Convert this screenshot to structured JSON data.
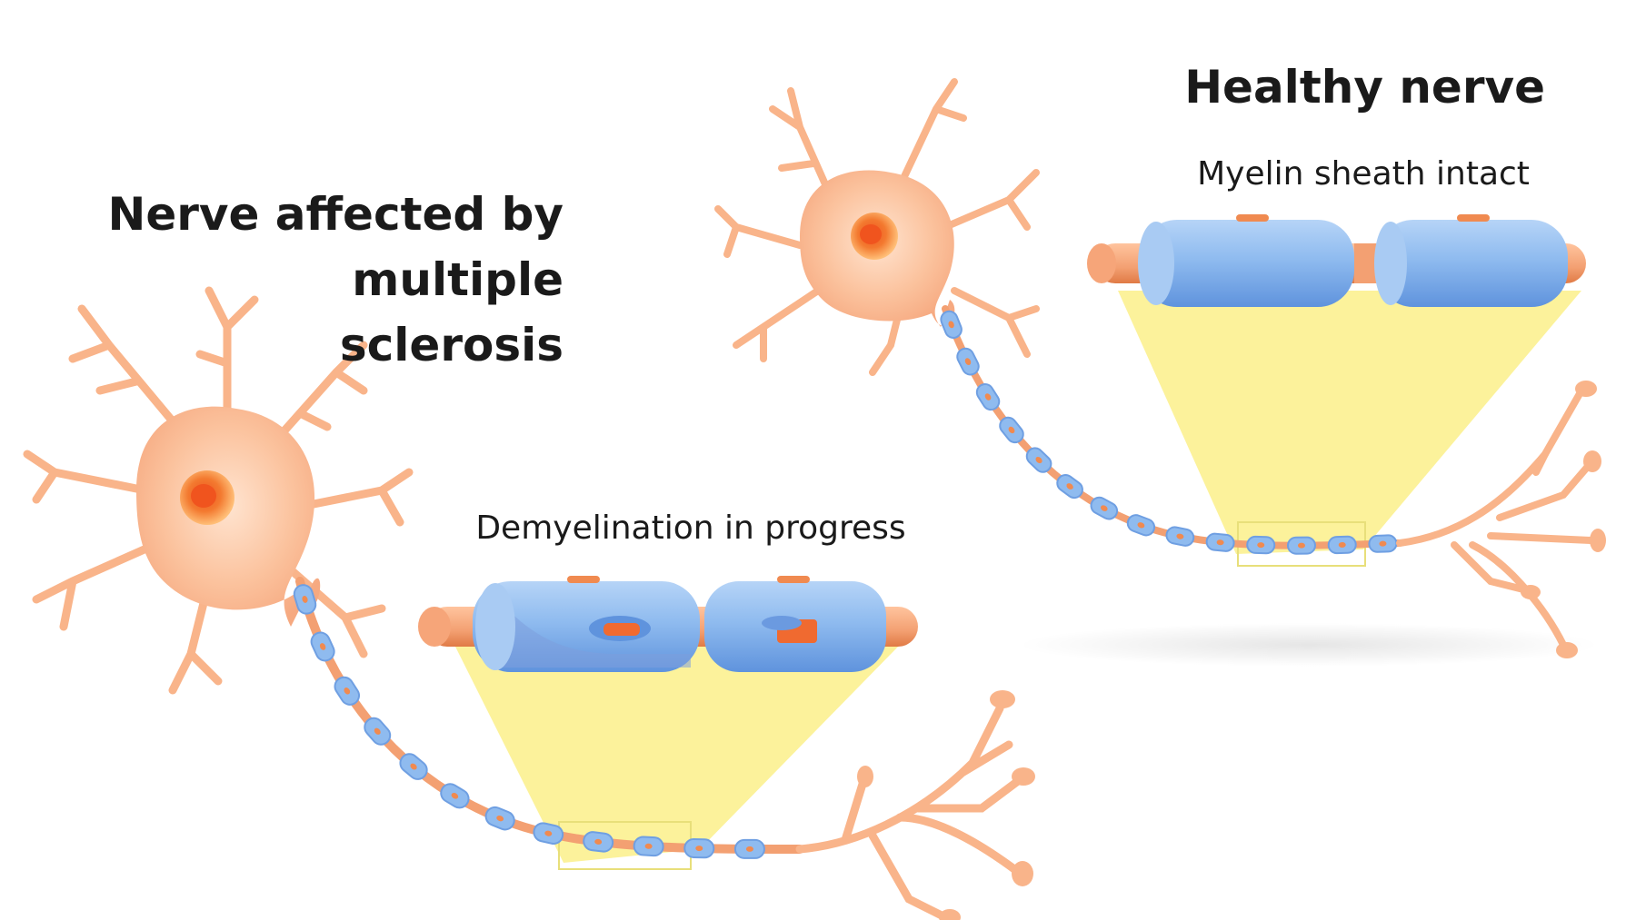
{
  "labels": {
    "ms_title_lines": [
      "Nerve affected by",
      "multiple",
      "sclerosis"
    ],
    "healthy_title": "Healthy nerve",
    "demyelination_caption": "Demyelination in progress",
    "myelin_caption": "Myelin sheath intact"
  },
  "colors": {
    "neuron_body": "#f9b48a",
    "neuron_light": "#ffd9bf",
    "nucleus_outer": "#ffb36b",
    "nucleus_inner": "#f0541e",
    "axon": "#f3a072",
    "myelin": "#8fbbef",
    "myelin_dark": "#5f93dd",
    "myelin_node": "#f08a50",
    "zoom_cone": "#fbf08a",
    "background": "#ffffff"
  }
}
